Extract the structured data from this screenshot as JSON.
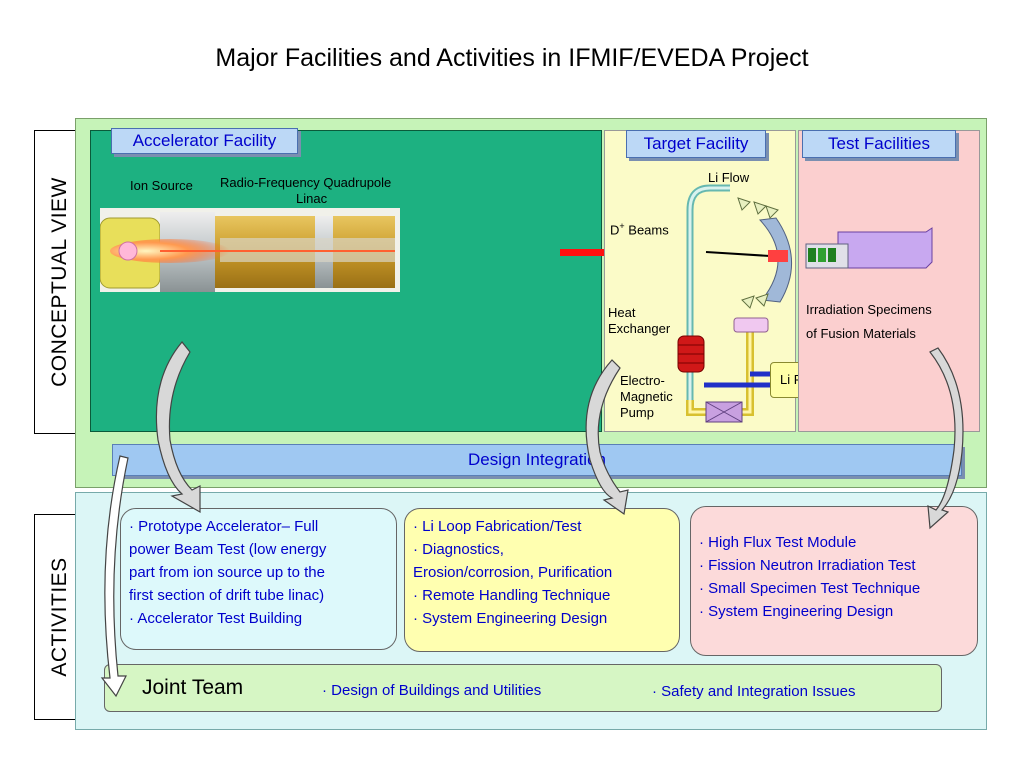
{
  "title": "Major Facilities and Activities in IFMIF/EVEDA Project",
  "side_labels": {
    "conceptual": "CONCEPTUAL VIEW",
    "activities": "ACTIVITIES"
  },
  "accelerator": {
    "tab": "Accelerator Facility",
    "ion_source": "Ion Source",
    "rfq_line1": "Radio-Frequency Quadrupole",
    "rfq_line2": "Linac"
  },
  "target": {
    "tab": "Target Facility",
    "li_flow": "Li Flow",
    "d_beams": "D",
    "d_beams_sup": "+",
    "d_beams_rest": " Beams",
    "heat_exchanger": [
      "Heat",
      "Exchanger"
    ],
    "em_pump": [
      "Electro-",
      "Magnetic",
      "Pump"
    ],
    "li_purification": "Li Purification"
  },
  "test": {
    "tab": "Test Facilities",
    "irradiation": [
      "Irradiation Specimens",
      "of Fusion Materials"
    ]
  },
  "design_integration": "Design Integration",
  "activity_boxes": {
    "accelerator": [
      "· Prototype Accelerator– Full",
      "power Beam Test (low energy",
      "part from ion source up to the",
      "first section of drift tube linac)",
      "· Accelerator Test Building"
    ],
    "target": [
      "· Li Loop Fabrication/Test",
      "· Diagnostics,",
      "Erosion/corrosion, Purification",
      "· Remote Handling Technique",
      "· System Engineering Design"
    ],
    "test": [
      "· High Flux Test Module",
      "· Fission Neutron Irradiation Test",
      "· Small Specimen Test Technique",
      "· System Engineering Design"
    ]
  },
  "joint_team": {
    "label": "Joint Team",
    "item1": "·  Design of Buildings and Utilities",
    "item2": "·  Safety and Integration Issues"
  },
  "colors": {
    "accelerator_bg": "#1db181",
    "target_bg": "#fbfbc8",
    "test_bg": "#fbcfcf",
    "outer_bg": "#c6f3b8",
    "activities_bg": "#dcf6f6",
    "text_blue": "#0000cc"
  }
}
